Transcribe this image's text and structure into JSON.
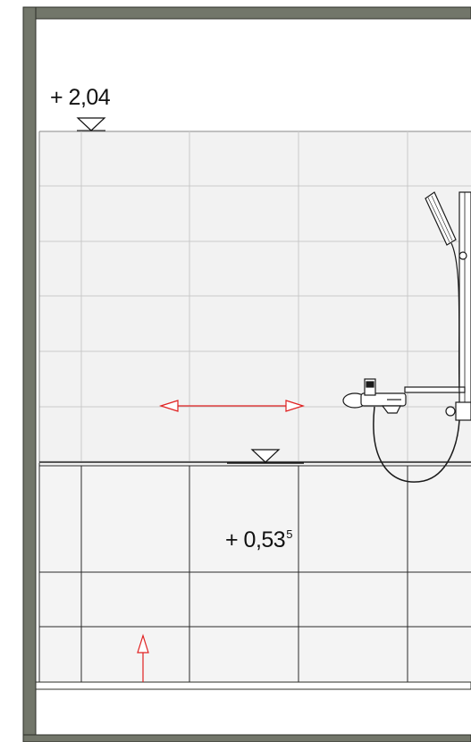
{
  "drawing": {
    "title_fragment": "",
    "level_top": "+ 2,04",
    "level_mid_main": "+ 0,53",
    "level_mid_sup": "5"
  },
  "colors": {
    "wall_fill": "#72766a",
    "wall_edge": "#2c2f28",
    "tile_bg": "#f2f2f2",
    "tile_grid_light": "#c9c9c9",
    "tile_grid_dark": "#2a2a2a",
    "annotation_red": "#e02020",
    "fixture_stroke": "#1a1a1a"
  },
  "icons": {
    "shower_mixer": "shower-mixer-icon",
    "shower_head": "hand-shower-icon",
    "level_marker": "level-triangle-icon"
  }
}
